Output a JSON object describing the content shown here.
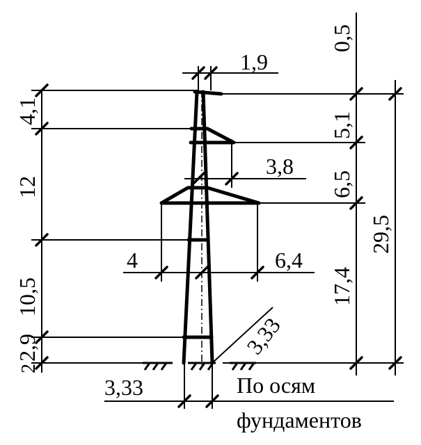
{
  "dimensions": {
    "top_width": "1,9",
    "top_offset": "0,5",
    "left_top_segment": "4,1",
    "left_upper_segment": "12",
    "left_middle_segment": "10,5",
    "left_bottom_segment": "2,9",
    "left_base_small": "2",
    "right_segment_1": "5,1",
    "right_segment_2": "6,5",
    "right_segment_3": "17,4",
    "total_height": "29,5",
    "upper_crossarm": "3,8",
    "lower_crossarm_left": "4",
    "lower_crossarm_right": "6,4",
    "base_width": "3,33",
    "diagonal": "3,33"
  },
  "note": {
    "line1": "По осям",
    "line2": "фундаментов"
  }
}
